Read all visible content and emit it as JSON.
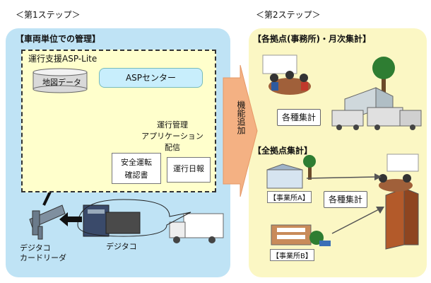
{
  "step1": {
    "label": "＜第1ステップ＞"
  },
  "step2": {
    "label": "＜第2ステップ＞"
  },
  "left": {
    "heading": "【車両単位での管理】",
    "asp_title": "運行支援ASP-Lite",
    "map_data": "地図データ",
    "asp_center": "ASPセンター",
    "app_line1": "運行管理",
    "app_line2": "アプリケーション",
    "app_line3": "配信",
    "safety_doc_line1": "安全運転",
    "safety_doc_line2": "確認書",
    "daily_report": "運行日報",
    "card_reader_line1": "デジタコ",
    "card_reader_line2": "カードリーダ",
    "digitaco": "デジタコ"
  },
  "middle": {
    "add_function": "機能追加"
  },
  "right": {
    "heading1": "【各拠点(事務所)・月次集計】",
    "tally1": "各種集計",
    "heading2": "【全拠点集計】",
    "office_a": "【事業所A】",
    "office_b": "【事業所B】",
    "tally2": "各種集計"
  },
  "colors": {
    "left_panel": "#bfe3f5",
    "right_panel": "#fbf7c4",
    "asp_box": "#ffffcc",
    "arrow": "#f4b183"
  }
}
